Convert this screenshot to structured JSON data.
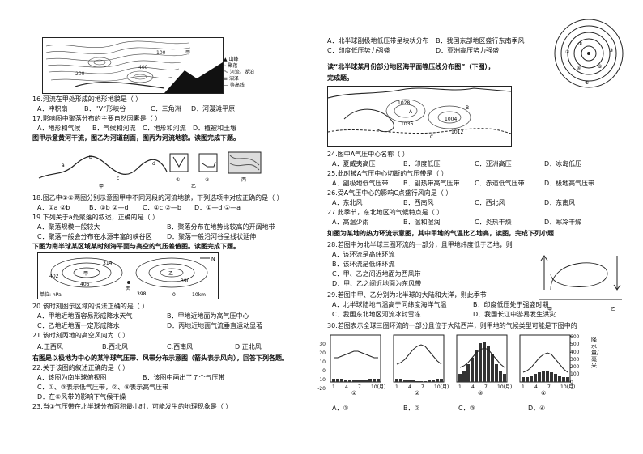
{
  "left": {
    "topmap": {
      "legend": [
        "山峰",
        "聚落",
        "河流、湖泊",
        "沼泽",
        "等高线"
      ],
      "labels": [
        "甲",
        "100",
        "200",
        "400",
        "100"
      ]
    },
    "q16": "16.河流在甲处形成的地形地貌是（ ）",
    "q16_opts": [
      "A．冲积扇",
      "B．“V”形峡谷",
      "C．三角洲",
      "D．河漫滩平原"
    ],
    "q17": "17.影响图中聚落分布的主要自然因素是（ ）",
    "q17_opts": [
      "A．地形和气候",
      "B．气候和河流",
      "C．地形和河流",
      "D．植被和土壤"
    ],
    "intro1": "图甲示意黄河干流，图乙为河道剖面，图丙为河流地貌。读图完成下题。",
    "fig1_labels": [
      "a",
      "b",
      "c",
      "d",
      "甲",
      "①",
      "②",
      "乙",
      "丙"
    ],
    "q18": "18.图乙中①②两图分别示意图甲中不同河段的河流地貌，下列选项中对应正确的是（ ）",
    "q18_opts": [
      "A．①a ②b",
      "B．①b ②—d",
      "C．①c ②—b",
      "D．①—d ②—a"
    ],
    "q19": "19.下列关于a处聚落的叙述，正确的是（ ）",
    "q19_a": "A．聚落规模一般较大",
    "q19_b": "B．聚落分布在地势比较高的开阔地带",
    "q19_c": "C．聚落一般会分布在水源丰富的峡谷区",
    "q19_d": "D．聚落一般沿河谷呈线状延伸",
    "intro2": "下图为南半球某区域某时刻海平面与高空的气压差值图。读图完成下题。",
    "fig2_labels": [
      "甲",
      "乙",
      "丙",
      "N",
      "314",
      "406",
      "402",
      "390",
      "398",
      "单位: hPa",
      "0",
      "10km"
    ],
    "q20": "20.该时刻图示区域的说法正确的是（ ）",
    "q20_a": "A．甲地近地面容易形成降水天气",
    "q20_b": "B．甲地近地面为高气压中心",
    "q20_c": "C．乙地近地面一定形成降水",
    "q20_d": "D．丙地近地面气流垂直运动显著",
    "q21": "21.该时刻丙地的高空风向为（ ）",
    "q21_opts": [
      "A.正西风",
      "B.西北风",
      "C.西南风",
      "D.正北风"
    ],
    "intro3": "右图是以极地为中心的某半球气压带、风带分布示意图（箭头表示风向），回答下列各题。",
    "q22": "22.关于该图的叙述正确的是（ ）",
    "q22_a": "A．该图为南半球俯视图",
    "q22_b": "B．该图中画出了７个气压带",
    "q22_c": "C．①、③表示低气压带，②、④表示高气压带",
    "q22_d": "D．在⑥风带的影响下气候干燥",
    "q23": "23.当①气压带在北半球分布面积最小时，可能发生的地理现象是（ ）"
  },
  "right": {
    "q23_a": "A．北半球副极地低压带呈块状分布",
    "q23_b": "B．我国东部地区盛行东南季风",
    "q23_c": "C．印度低压势力强盛",
    "q23_d": "D．亚洲高压势力强盛",
    "intro4": "读“北半球某月份部分地区海平面等压线分布图”（下图），",
    "intro4b": "完成题。",
    "isobar_labels": [
      "1028",
      "1036",
      "1004",
      "1012",
      "A",
      "B",
      "C"
    ],
    "polar_labels": [
      "①",
      "②",
      "③",
      "④",
      "⑤",
      "⑥"
    ],
    "q24": "24.图中A气压中心名称（ ）",
    "q24_opts": [
      "A．夏威夷高压",
      "B．印度低压",
      "C．亚洲高压",
      "D．冰岛低压"
    ],
    "q25": "25.此时被A气压中心切断的气压带是（ ）",
    "q25_opts": [
      "A．副极地低气压带",
      "B．副热带高气压带",
      "C．赤道低气压带",
      "D．极地高气压带"
    ],
    "q26": "26.受A气压中心的影响C点盛行风向是（ ）",
    "q26_opts": [
      "A．东北风",
      "B．西南风",
      "C．西北风",
      "D．东南风"
    ],
    "q27": "27.此季节，东北地区的气候特点是（ ）",
    "q27_opts": [
      "A．高温少雨",
      "B．温和湿润",
      "C．炎热干燥",
      "D．寒冷干燥"
    ],
    "intro5": "如图为某地的热力环流示意图，其中甲地的气温比乙地高，读图，完成下列小题",
    "q28": "28.若图中为北半球三圈环流的一部分，且甲地纬度低于乙地，则",
    "q28_a": "A．该环流是高纬环流",
    "q28_b": "B．该环流是低纬环流",
    "q28_c": "C．甲、乙之间近地面为西风带",
    "q28_d": "D．甲、乙之间近地面为东风带",
    "q29": "29.若图中甲、乙分别为北半球的大陆和大洋，则此季节",
    "q29_a": "A．北半球陆地气温高于同纬度海洋气温",
    "q29_b": "B．印度低压处于强盛时期",
    "q29_c": "C．我国东北地区河流冰封雪冻",
    "q29_d": "D．我国长江中游易发生洪灾",
    "circ_labels": [
      "甲",
      "乙"
    ],
    "q30": "30.若图表示全球三圈环流的一部分且位于大陆西岸，则甲地的气候类型可能是下图中的",
    "clim_right": [
      "600",
      "500",
      "400",
      "300",
      "200",
      "100",
      "0"
    ],
    "clim_left": [
      "30",
      "20",
      "10",
      "0",
      "-10",
      "-20"
    ],
    "clim_x": [
      "1",
      "4",
      "7",
      "10(月)"
    ],
    "clim_axis_title": "降水量/毫米",
    "clim_names": [
      "①",
      "②",
      "③",
      "④"
    ],
    "q30_opts": [
      "A．①",
      "B．②",
      "C．③",
      "D．④"
    ]
  }
}
